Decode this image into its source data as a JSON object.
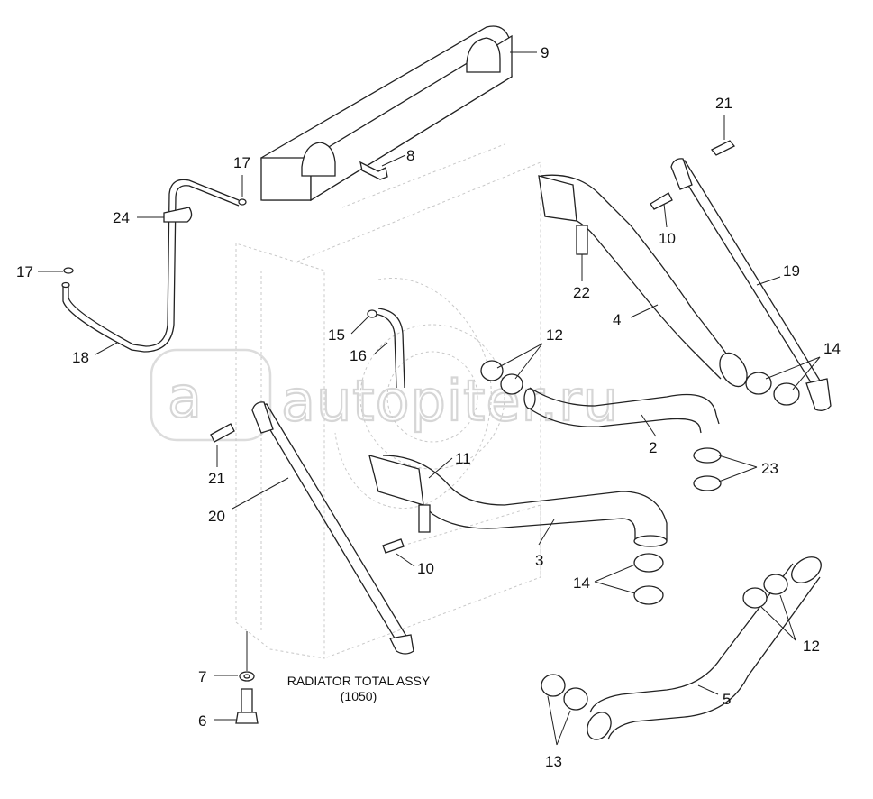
{
  "watermark": {
    "text": "autopiter.ru",
    "logo_letter": "a"
  },
  "caption": {
    "title": "RADIATOR TOTAL ASSY",
    "code": "(1050)"
  },
  "callouts": {
    "c9": "9",
    "c8": "8",
    "c17a": "17",
    "c17b": "17",
    "c24": "24",
    "c18": "18",
    "c21a": "21",
    "c21b": "21",
    "c10a": "10",
    "c10b": "10",
    "c22": "22",
    "c19": "19",
    "c4": "4",
    "c15": "15",
    "c16": "16",
    "c12a": "12",
    "c12b": "12",
    "c14a": "14",
    "c14b": "14",
    "c2": "2",
    "c23": "23",
    "c11": "11",
    "c20": "20",
    "c3": "3",
    "c7": "7",
    "c6": "6",
    "c5": "5",
    "c13": "13"
  }
}
